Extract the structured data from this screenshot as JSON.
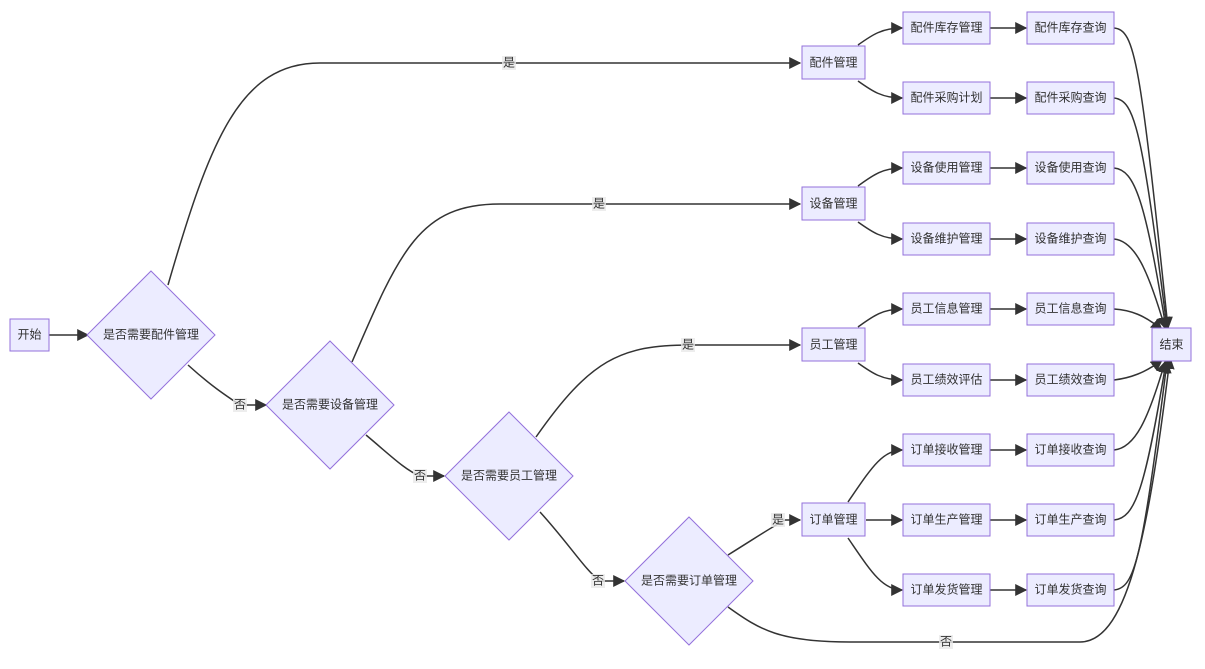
{
  "nodes": {
    "start": "开始",
    "end": "结束",
    "q_parts": "是否需要配件管理",
    "q_equip": "是否需要设备管理",
    "q_staff": "是否需要员工管理",
    "q_order": "是否需要订单管理",
    "parts_mgmt": "配件管理",
    "parts_stock": "配件库存管理",
    "parts_stock_query": "配件库存查询",
    "parts_purchase": "配件采购计划",
    "parts_purchase_query": "配件采购查询",
    "equip_mgmt": "设备管理",
    "equip_use": "设备使用管理",
    "equip_use_query": "设备使用查询",
    "equip_maint": "设备维护管理",
    "equip_maint_query": "设备维护查询",
    "staff_mgmt": "员工管理",
    "staff_info": "员工信息管理",
    "staff_info_query": "员工信息查询",
    "staff_perf": "员工绩效评估",
    "staff_perf_query": "员工绩效查询",
    "order_mgmt": "订单管理",
    "order_recv": "订单接收管理",
    "order_recv_query": "订单接收查询",
    "order_prod": "订单生产管理",
    "order_prod_query": "订单生产查询",
    "order_ship": "订单发货管理",
    "order_ship_query": "订单发货查询"
  },
  "edge_labels": {
    "yes": "是",
    "no": "否"
  },
  "colors": {
    "node_fill": "#ECECFF",
    "node_stroke": "#9370DB",
    "edge": "#333333",
    "label_bg": "#E8E8E8"
  }
}
